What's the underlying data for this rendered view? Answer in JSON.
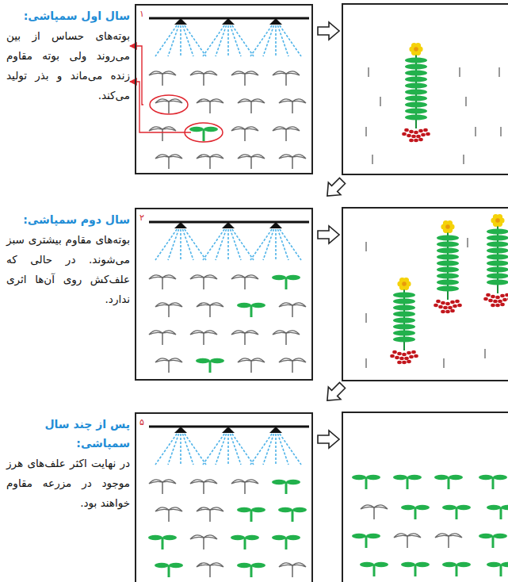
{
  "diagram": {
    "nodes": [
      {
        "text": [
          "۱",
          "سال اول سمپاشی:",
          "بوته‌های حساس از بین می‌روند ولی بوته مقاوم زنده می‌ماند و بذر تولید می‌کند."
        ]
      },
      {
        "text": [
          "۲",
          "سال دوم سمپاشی:",
          "بوته‌های مقاوم بیشتری سبز می‌شوند. در حالی که علف‌کش روی آن‌ها اثری ندارد."
        ]
      },
      {
        "text": [
          "۵",
          "پس از چند سال سمپاشی:",
          "در نهایت اکثر علف‌های هرز موجود در مزرعه مقاوم خواهند بود."
        ]
      }
    ]
  }
}
